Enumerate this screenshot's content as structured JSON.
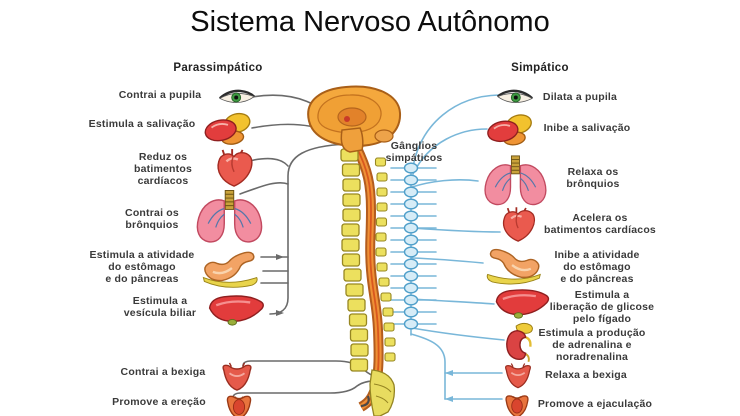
{
  "title": "Sistema Nervoso Autônomo",
  "center": {
    "ganglia_label": "Gânglios\nsimpáticos"
  },
  "parasympathetic": {
    "header": "Parassimpático",
    "items": [
      {
        "label": "Contrai a pupila",
        "organ": "eye-icon"
      },
      {
        "label": "Estimula a salivação",
        "organ": "salivary-glands-icon"
      },
      {
        "label": "Reduz os\nbatimentos\ncardíacos",
        "organ": "heart-icon"
      },
      {
        "label": "Contrai os\nbrônquios",
        "organ": "lungs-icon"
      },
      {
        "label": "Estimula a atividade\ndo estômago\ne do pâncreas",
        "organ": "stomach-pancreas-icon"
      },
      {
        "label": "Estimula a\nvesícula biliar",
        "organ": "liver-gallbladder-icon"
      },
      {
        "label": "Contrai a bexiga",
        "organ": "bladder-icon"
      },
      {
        "label": "Promove a ereção",
        "organ": "genitals-icon"
      }
    ]
  },
  "sympathetic": {
    "header": "Simpático",
    "items": [
      {
        "label": "Dilata a pupila",
        "organ": "eye-icon"
      },
      {
        "label": "Inibe a salivação",
        "organ": "salivary-glands-icon"
      },
      {
        "label": "Relaxa os\nbrônquios",
        "organ": "lungs-icon"
      },
      {
        "label": "Acelera os\nbatimentos cardíacos",
        "organ": "heart-icon"
      },
      {
        "label": "Inibe a atividade\ndo estômago\ne do pâncreas",
        "organ": "stomach-pancreas-icon"
      },
      {
        "label": "Estimula a\nliberação de glicose\npelo fígado",
        "organ": "liver-icon"
      },
      {
        "label": "Estimula a produção\nde adrenalina e\nnoradrenalina",
        "organ": "kidney-adrenal-icon"
      },
      {
        "label": "Relaxa a bexiga",
        "organ": "bladder-icon"
      },
      {
        "label": "Promove a ejaculação",
        "organ": "genitals-icon"
      }
    ]
  },
  "colors": {
    "background": "#ffffff",
    "title_text": "#0d0d0d",
    "label_text": "#3a3a3a",
    "parasympathetic_line": "#6a6a6a",
    "sympathetic_line": "#79b7d9",
    "brain": "#f4a83d",
    "spinal_cord": "#ef9036",
    "vertebrae": "#ece05e",
    "ganglion_fill": "#d6ecf7",
    "ganglion_stroke": "#4f9fca"
  }
}
